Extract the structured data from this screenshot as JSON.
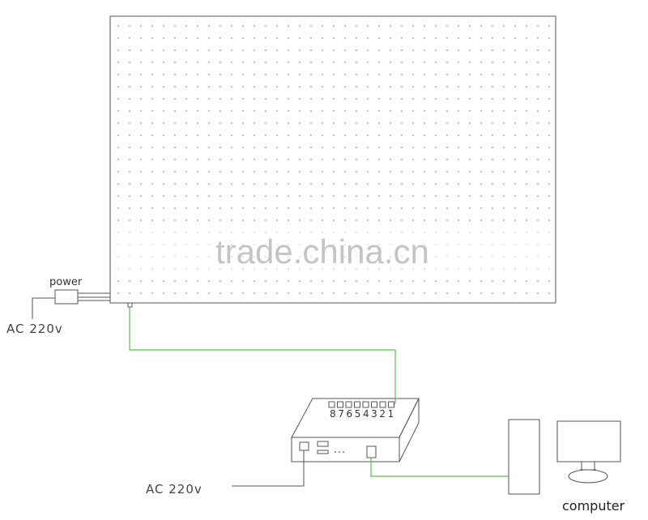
{
  "labels": {
    "power": "power",
    "ac_left": "AC  220v",
    "ac_bottom": "AC  220v",
    "port_numbers": "87654321",
    "computer": "computer",
    "watermark": "trade.china.cn"
  },
  "colors": {
    "line": "#555555",
    "signal_cable": "#55c055",
    "dot": "#777777"
  },
  "icons": [
    "power-adapter-icon",
    "controller-box-icon",
    "computer-tower-icon",
    "monitor-icon"
  ]
}
